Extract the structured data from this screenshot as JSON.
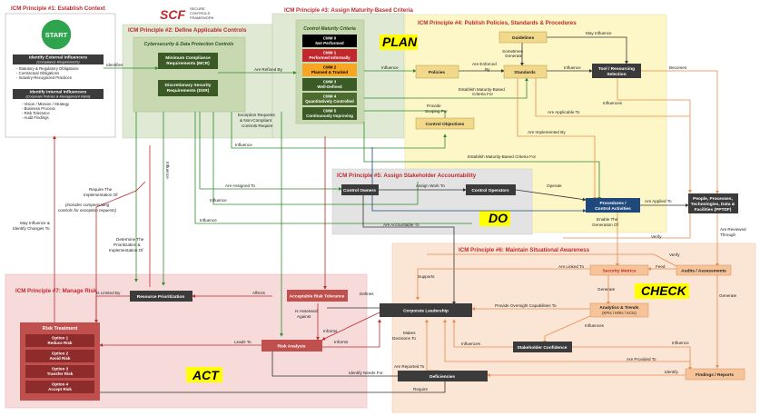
{
  "logo": {
    "mark": "SCF",
    "line1": "SECURE",
    "line2": "CONTROLS",
    "line3": "FRAMEWORK"
  },
  "principles": {
    "p1": "ICM Principle #1: Establish Context",
    "p2": "ICM Principle #2: Define Applicable Controls",
    "p3": "ICM Principle #3: Assign Maturity-Based Criteria",
    "p4": "ICM Principle #4: Publish Policies, Standards & Procedures",
    "p5": "ICM Principle #5: Assign Stakeholder Accountability",
    "p6": "ICM Principle #6: Maintain Situational Awareness",
    "p7": "ICM Principle #7: Manage Risk"
  },
  "phases": {
    "plan": "PLAN",
    "do": "DO",
    "check": "CHECK",
    "act": "ACT"
  },
  "start": "START",
  "influencers": {
    "external_title": "Identify External Influencers",
    "external_sub": "(Compliance Requirements)",
    "external_items": [
      "- Statutory & Regulatory Obligations",
      "- Contractual Obligations",
      "- Industry-Recognized Practices"
    ],
    "internal_title": "Identify Internal Influencers",
    "internal_sub": "(Corporate Policies & Management Intent)",
    "internal_items": [
      "- Vision / Mission / Strategy",
      "- Business Process",
      "- Risk Tolerance",
      "- Audit Findings"
    ]
  },
  "p2box": {
    "title": "Cybersecurity & Data Protection Controls",
    "mcr": [
      "Minimum Compliance",
      "Requirements (MCR)"
    ],
    "dsr": [
      "Discretionary Security",
      "Requirements (DSR)"
    ]
  },
  "cmm": {
    "title": "Control Maturity Criteria",
    "levels": [
      {
        "l1": "CMM 0",
        "l2": "Not Performed"
      },
      {
        "l1": "CMM 1",
        "l2": "Performed Informally"
      },
      {
        "l1": "CMM 2",
        "l2": "Planned & Tracked"
      },
      {
        "l1": "CMM 3",
        "l2": "Well-Defined"
      },
      {
        "l1": "CMM 4",
        "l2": "Quantitatively Controlled"
      },
      {
        "l1": "CMM 5",
        "l2": "Continuously Improving"
      }
    ]
  },
  "nodes": {
    "guidelines": "Guidelines",
    "policies": "Policies",
    "standards": "Standards",
    "tool": [
      "Tool / Resourcing",
      "Selection"
    ],
    "control_objectives": "Control Objectives",
    "control_owners": "Control Owners",
    "control_operators": "Control Operators",
    "procedures": [
      "Procedures /",
      "Control Activities"
    ],
    "pptdf": [
      "People, Processes,",
      "Technologies, Data &",
      "Facilities (PPTDF)"
    ],
    "security_metrics": "Security Metrics",
    "audits": "Audits / Assessments",
    "analytics": [
      "Analytics & Trends",
      "(KPIs / KRIs / KCIs)"
    ],
    "stakeholder_confidence": "Stakeholder Confidence",
    "findings": "Findings / Reports",
    "corporate_leadership": "Corporate Leadership",
    "deficiencies": "Deficiencies",
    "resource_prioritization": "Resource Prioritization",
    "acceptable_risk": "Acceptable Risk Tolerance",
    "risk_analysis": "Risk Analysis",
    "risk_treatment": "Risk Treatment",
    "options": [
      {
        "l1": "Option 1",
        "l2": "Reduce Risk"
      },
      {
        "l1": "Option 2",
        "l2": "Avoid Risk"
      },
      {
        "l1": "Option 3",
        "l2": "Transfer Risk"
      },
      {
        "l1": "Option 4",
        "l2": "Accept Risk"
      }
    ]
  },
  "edges": {
    "identifies": "Identifies",
    "are_refined_by": "Are Refined By",
    "influence_pol": "Influence",
    "are_enforced_by": [
      "Are Enforced",
      "By"
    ],
    "sometimes_generate": [
      "Sometimes",
      "Generate"
    ],
    "may_influence": "May Influence",
    "influence_tool": "Influence",
    "becomes": "Becomes",
    "influences_right": "Influences",
    "establish_mbc_for": [
      "Establish Maturity-Based",
      "Criteria For"
    ],
    "provide_scoping_for": [
      "Provide",
      "Scoping For"
    ],
    "are_applicable_to": "Are Applicable To",
    "are_implemented_by": "Are Implemented By",
    "exception_requests": [
      "Exception Requests",
      "& Non-Compliant",
      "Controls Require"
    ],
    "influence_v": "Influence",
    "influence_h1": "Influence",
    "establish_mbc_for2": "Establish Maturity-Based Criteria For",
    "are_assigned_to": "Are Assigned To",
    "influence_h2": "Influence",
    "influence_h3": "Influence",
    "assign_work_to": "Assign Work To",
    "operate": "Operate",
    "are_applied_to": "Are Applied To",
    "are_accountable_to": "Are Accountable To",
    "enable_generation": [
      "Enable The",
      "Generation Of"
    ],
    "verify1": "Verify",
    "verify2": "Verify",
    "are_reviewed_through": [
      "Are Reviewed",
      "Through"
    ],
    "are_linked_to": "Are Linked To",
    "feed": "Feed",
    "generate1": "Generate",
    "generate2": "Generate",
    "supports": "Supports",
    "provide_oversight": "Provide Oversight Capabilities To",
    "influences_conf": "Influences",
    "influences_cl": "Influences",
    "influence_findings": "Influence",
    "are_provided_to": "Are Provided To",
    "identify": "Identify",
    "are_reported_to": "Are Reported To",
    "require": "Require",
    "identify_needs_for": "Identify Needs For",
    "makes_decisions_to": [
      "Makes",
      "Decisions To"
    ],
    "defines": "Defines",
    "informs1": "Informs",
    "informs2": "Informs",
    "is_assessed_against": [
      "Is Assessed",
      "Against"
    ],
    "is_limited_by": "Is Limited By",
    "affects": "Affects",
    "leads_to": "Leads To",
    "require_implementation": [
      "Require The",
      "Implementation Of"
    ],
    "compensating": [
      "(includes compensating",
      "controls for exception requests)"
    ],
    "determine_prioritization": [
      "Determine The",
      "Prioritization &",
      "Implementation Of"
    ],
    "may_influence_identify": [
      "May Influence &",
      "Identify Changes To"
    ]
  },
  "colors": {
    "dark_node": "#3b3b3b",
    "green_node": "#3c5a25",
    "p2_fill": "#dfe9d3",
    "p3_fill": "#dfe9d3",
    "p4_fill": "#fdf7c8",
    "p5_fill": "#e3e3e3",
    "p6_fill": "#fbe6d6",
    "p7_fill": "#f7dada",
    "tan_node": "#f1d88a",
    "orange_node": "#f7c49a",
    "red_node": "#c0504d",
    "blue_node": "#1f497d",
    "phase_yellow": "#ffff00"
  }
}
